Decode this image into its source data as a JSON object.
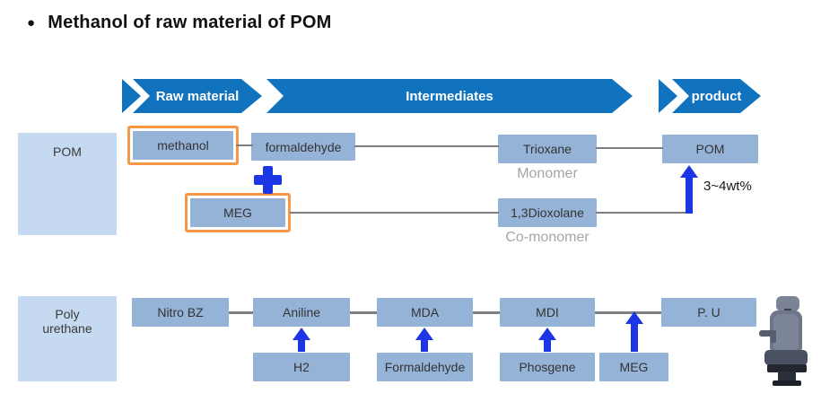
{
  "title": {
    "bullet": "●",
    "text": "Methanol of raw material of POM"
  },
  "colors": {
    "header_arrow_blue": "#1172BE",
    "flow_box_fill": "#95B3D7",
    "category_box_fill": "#C5D9F1",
    "highlight_orange": "#F79646",
    "bright_blue_arrow": "#1C35E5",
    "connector_gray": "#7F7F7F",
    "muted_note_gray": "#A6A6A6"
  },
  "header": {
    "stages": [
      {
        "label": "Raw material"
      },
      {
        "label": "Intermediates"
      },
      {
        "label": "product"
      }
    ]
  },
  "pom_row": {
    "category": "POM",
    "methanol": "methanol",
    "formaldehyde": "formaldehyde",
    "trioxane": "Trioxane",
    "monomer_note": "Monomer",
    "meg": "MEG",
    "dioxolane": "1,3Dioxolane",
    "co_monomer_note": "Co-monomer",
    "product": "POM",
    "additive_note": "3~4wt%"
  },
  "pu_row": {
    "category_line1": "Poly",
    "category_line2": "urethane",
    "chain": [
      "Nitro BZ",
      "Aniline",
      "MDA",
      "MDI",
      "P. U"
    ],
    "feeds": [
      "H2",
      "Formaldehyde",
      "Phosgene",
      "MEG"
    ]
  }
}
